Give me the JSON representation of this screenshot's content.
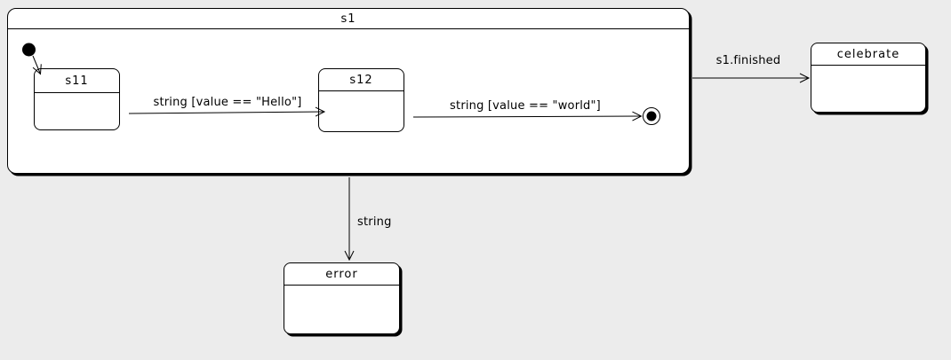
{
  "diagram": {
    "type": "uml-statechart",
    "colors": {
      "background": "#ececec",
      "state_fill": "#ffffff",
      "stroke": "#000000",
      "shadow": "#000000"
    },
    "icons": {
      "initial_state": "filled-circle",
      "final_state": "bullseye-circle"
    }
  },
  "states": {
    "s1": {
      "label": "s1"
    },
    "s11": {
      "label": "s11"
    },
    "s12": {
      "label": "s12"
    },
    "celebrate": {
      "label": "celebrate"
    },
    "error": {
      "label": "error"
    }
  },
  "transitions": {
    "initial_to_s11": {
      "label": ""
    },
    "s11_to_s12": {
      "label": "string [value == \"Hello\"]"
    },
    "s12_to_final": {
      "label": "string [value == \"world\"]"
    },
    "s1_to_celebrate": {
      "label": "s1.finished"
    },
    "s1_to_error": {
      "label": "string"
    }
  }
}
